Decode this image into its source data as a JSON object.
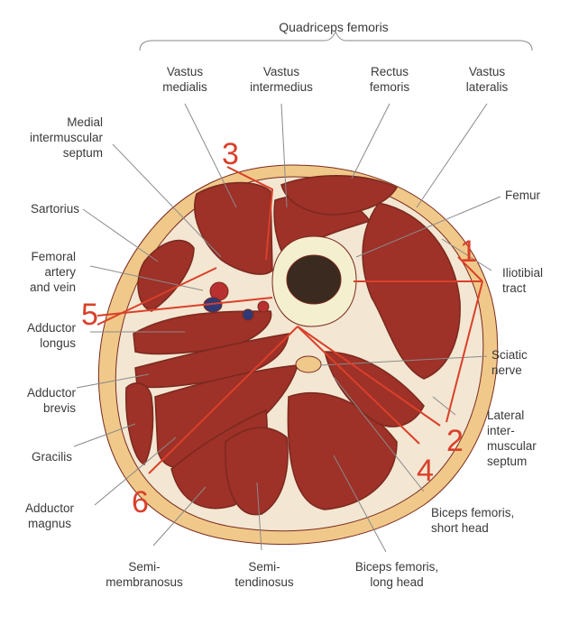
{
  "header": "Quadriceps femoris",
  "labels": {
    "vastus_medialis": "Vastus\nmedialis",
    "vastus_intermedius": "Vastus\nintermedius",
    "rectus_femoris": "Rectus\nfemoris",
    "vastus_lateralis": "Vastus\nlateralis",
    "medial_intermuscular_septum": "Medial\nintermuscular\nseptum",
    "sartorius": "Sartorius",
    "femoral_artery_vein": "Femoral\nartery\nand vein",
    "adductor_longus": "Adductor\nlongus",
    "adductor_brevis": "Adductor\nbrevis",
    "gracilis": "Gracilis",
    "adductor_magnus": "Adductor\nmagnus",
    "semimembranosus": "Semi-\nmembranosus",
    "semitendinosus": "Semi-\ntendinosus",
    "biceps_long": "Biceps femoris,\nlong head",
    "biceps_short": "Biceps femoris,\nshort head",
    "lateral_septum": "Lateral\ninter-\nmuscular\nseptum",
    "sciatic_nerve": "Sciatic\nnerve",
    "iliotibial_tract": "Iliotibial\ntract",
    "femur": "Femur"
  },
  "compartment_numbers": [
    "1",
    "2",
    "3",
    "4",
    "5",
    "6"
  ],
  "colors": {
    "skin": "#f0c98a",
    "muscle": "#9e3128",
    "fascia": "#f3e6d2",
    "bone": "#f4efcf",
    "marrow": "#3a2a20",
    "artery": "#b83030",
    "vein": "#2e3a78",
    "annotation": "#d9402a",
    "leader": "#8a8a8a"
  }
}
